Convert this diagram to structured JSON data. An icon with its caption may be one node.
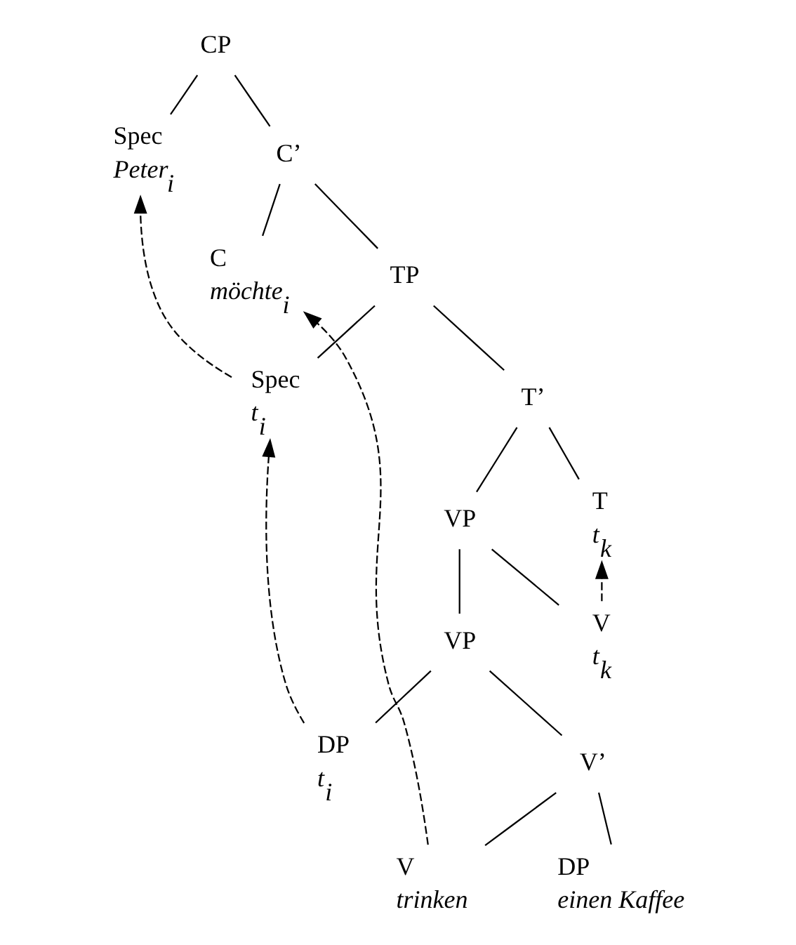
{
  "diagram": {
    "nodes": [
      {
        "text": [
          "CP"
        ]
      },
      {
        "text": [
          "Spec",
          "Peter$_{i}$"
        ]
      },
      {
        "text": [
          "C’"
        ]
      },
      {
        "text": [
          "C",
          "möchte$_{i}$"
        ]
      },
      {
        "text": [
          "TP"
        ]
      },
      {
        "text": [
          "Spec",
          "t$_{i}$"
        ]
      },
      {
        "text": [
          "T’"
        ]
      },
      {
        "text": [
          "VP"
        ]
      },
      {
        "text": [
          "T",
          "t$_{k}$"
        ]
      },
      {
        "text": [
          "VP"
        ]
      },
      {
        "text": [
          "V",
          "t$_{k}$"
        ]
      },
      {
        "text": [
          "DP",
          "t$_{i}$"
        ]
      },
      {
        "text": [
          "V’"
        ]
      },
      {
        "text": [
          "DP",
          "einen Kaffee"
        ]
      },
      {
        "text": [
          "V",
          "trinken"
        ]
      }
    ],
    "edges": [
      {
        "from": 0,
        "to": 1,
        "arrow": "none"
      },
      {
        "from": 0,
        "to": 2,
        "arrow": "none"
      },
      {
        "from": 2,
        "to": 3,
        "arrow": "none"
      },
      {
        "from": 2,
        "to": 4,
        "arrow": "none"
      },
      {
        "from": 4,
        "to": 5,
        "arrow": "none"
      },
      {
        "from": 4,
        "to": 6,
        "arrow": "none"
      },
      {
        "from": 6,
        "to": 7,
        "arrow": "none"
      },
      {
        "from": 6,
        "to": 8,
        "arrow": "none"
      },
      {
        "from": 7,
        "to": 9,
        "arrow": "none"
      },
      {
        "from": 7,
        "to": 10,
        "arrow": "none"
      },
      {
        "from": 9,
        "to": 11,
        "arrow": "none"
      },
      {
        "from": 9,
        "to": 12,
        "arrow": "none"
      },
      {
        "from": 12,
        "to": 13,
        "arrow": "none"
      },
      {
        "from": 12,
        "to": 14,
        "arrow": "none"
      },
      {
        "from": 5,
        "to": 1,
        "arrow": "to",
        "style": "dashed"
      },
      {
        "from": 11,
        "to": 5,
        "arrow": "to",
        "style": "dashed"
      },
      {
        "from": 10,
        "to": 8,
        "arrow": "to",
        "style": "dashed"
      },
      {
        "from": 14,
        "to": 3,
        "arrow": "to",
        "style": "dashed"
      }
    ]
  }
}
